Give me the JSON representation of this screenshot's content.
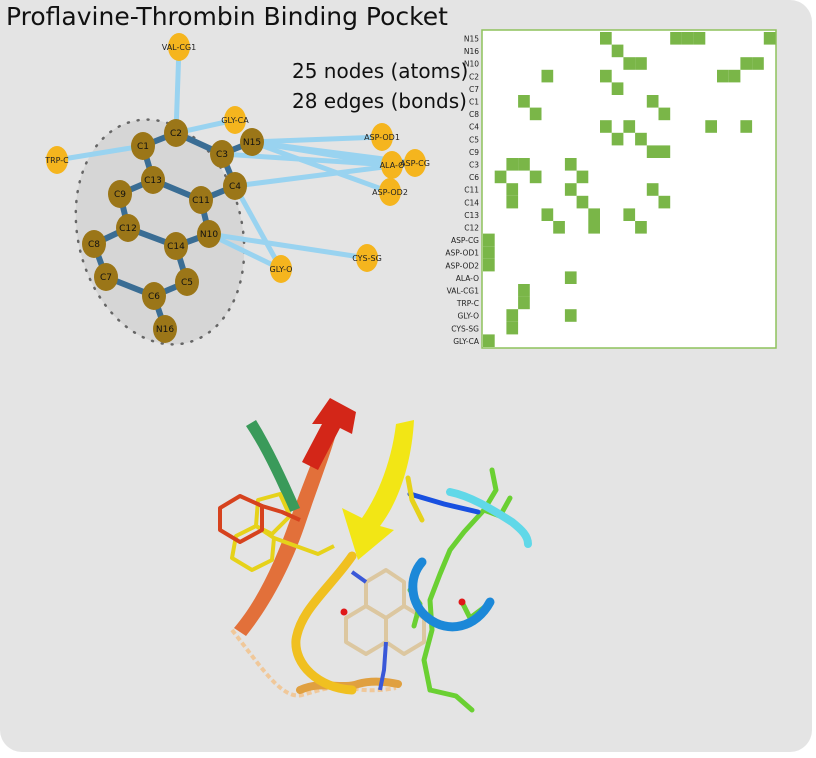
{
  "title": "Proflavine-Thrombin Binding Pocket",
  "stats": {
    "nodes": "25 nodes (atoms)",
    "edges": "28 edges (bonds)"
  },
  "colors": {
    "panel": "#e4e4e4",
    "ligand_node": "#9b7618",
    "protein_node": "#f5b51e",
    "covalent_edge": "#3a6d94",
    "contact_edge": "#99d3f0",
    "matrix_cell": "#7ab648",
    "matrix_border": "#8ec25c"
  },
  "graph": {
    "ligand_nodes": [
      "C2",
      "C1",
      "C3",
      "N15",
      "C13",
      "C4",
      "C9",
      "C11",
      "C12",
      "C14",
      "N10",
      "C8",
      "C7",
      "C5",
      "C6",
      "N16"
    ],
    "protein_nodes": [
      "VAL-CG1",
      "GLY-CA",
      "TRP-C",
      "ASP-OD1",
      "ALA-O",
      "ASP-CG",
      "ASP-OD2",
      "GLY-O",
      "CYS-SG"
    ],
    "covalent_bonds": [
      [
        "C1",
        "C2"
      ],
      [
        "C2",
        "C3"
      ],
      [
        "C3",
        "N15"
      ],
      [
        "C3",
        "C4"
      ],
      [
        "C1",
        "C13"
      ],
      [
        "C13",
        "C11"
      ],
      [
        "C4",
        "C11"
      ],
      [
        "C13",
        "C9"
      ],
      [
        "C9",
        "C12"
      ],
      [
        "C11",
        "N10"
      ],
      [
        "C12",
        "C14"
      ],
      [
        "C12",
        "C8"
      ],
      [
        "C14",
        "N10"
      ],
      [
        "C14",
        "C5"
      ],
      [
        "C8",
        "C7"
      ],
      [
        "C7",
        "C6"
      ],
      [
        "C5",
        "C6"
      ],
      [
        "C6",
        "N16"
      ]
    ],
    "contacts": [
      [
        "C2",
        "VAL-CG1"
      ],
      [
        "C2",
        "GLY-CA"
      ],
      [
        "C1",
        "TRP-C"
      ],
      [
        "N15",
        "ASP-OD1"
      ],
      [
        "N15",
        "ALA-O"
      ],
      [
        "N15",
        "ASP-CG"
      ],
      [
        "N15",
        "ASP-OD2"
      ],
      [
        "C3",
        "ALA-O"
      ],
      [
        "C4",
        "ASP-CG"
      ],
      [
        "N10",
        "GLY-O"
      ],
      [
        "N10",
        "CYS-SG"
      ],
      [
        "C4",
        "GLY-O"
      ]
    ]
  },
  "matrix": {
    "rows": [
      "N15",
      "N16",
      "N10",
      "C2",
      "C7",
      "C1",
      "C8",
      "C4",
      "C5",
      "C9",
      "C3",
      "C6",
      "C11",
      "C14",
      "C13",
      "C12",
      "ASP-CG",
      "ASP-OD1",
      "ASP-OD2",
      "ALA-O",
      "VAL-CG1",
      "TRP-C",
      "GLY-O",
      "CYS-SG",
      "GLY-CA"
    ],
    "cells": [
      [
        0,
        10
      ],
      [
        0,
        16
      ],
      [
        0,
        17
      ],
      [
        0,
        18
      ],
      [
        0,
        24
      ],
      [
        1,
        11
      ],
      [
        2,
        12
      ],
      [
        2,
        13
      ],
      [
        2,
        22
      ],
      [
        2,
        23
      ],
      [
        3,
        5
      ],
      [
        3,
        10
      ],
      [
        3,
        20
      ],
      [
        3,
        21
      ],
      [
        4,
        11
      ],
      [
        5,
        3
      ],
      [
        5,
        14
      ],
      [
        6,
        4
      ],
      [
        6,
        15
      ],
      [
        7,
        10
      ],
      [
        7,
        12
      ],
      [
        7,
        19
      ],
      [
        7,
        22
      ],
      [
        8,
        11
      ],
      [
        8,
        13
      ],
      [
        9,
        14
      ],
      [
        9,
        15
      ],
      [
        10,
        2
      ],
      [
        10,
        3
      ],
      [
        10,
        7
      ],
      [
        11,
        1
      ],
      [
        11,
        4
      ],
      [
        11,
        8
      ],
      [
        12,
        2
      ],
      [
        12,
        7
      ],
      [
        12,
        14
      ],
      [
        13,
        2
      ],
      [
        13,
        8
      ],
      [
        13,
        15
      ],
      [
        14,
        5
      ],
      [
        14,
        9
      ],
      [
        14,
        12
      ],
      [
        15,
        6
      ],
      [
        15,
        9
      ],
      [
        15,
        13
      ],
      [
        16,
        0
      ],
      [
        17,
        0
      ],
      [
        18,
        0
      ],
      [
        19,
        7
      ],
      [
        20,
        3
      ],
      [
        21,
        3
      ],
      [
        22,
        2
      ],
      [
        22,
        7
      ],
      [
        23,
        2
      ],
      [
        24,
        0
      ]
    ]
  }
}
